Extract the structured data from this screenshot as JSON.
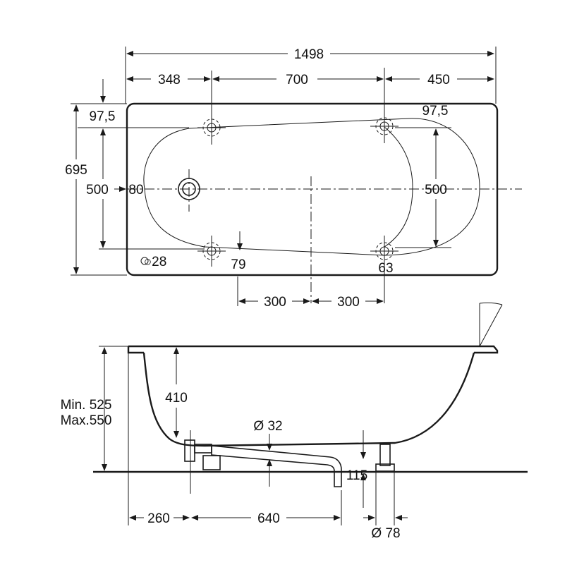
{
  "top_view": {
    "dim_total_length": "1498",
    "dim_left_offset": "348",
    "dim_feet_spacing": "700",
    "dim_right_offset": "450",
    "dim_left_edge": "97,5",
    "dim_right_edge": "97,5",
    "dim_total_width": "695",
    "dim_inner_width_left": "500",
    "dim_inner_width_right": "500",
    "dim_drain_offset": "80",
    "dim_overflow_hole": "○28",
    "dim_foot_left_inset": "79",
    "dim_foot_right_inset": "63",
    "dim_half_span_left": "300",
    "dim_half_span_right": "300"
  },
  "side_view": {
    "dim_height_min": "Min. 525",
    "dim_height_max": "Max.550",
    "dim_depth": "410",
    "dim_drain_pipe": "Ø 32",
    "dim_outlet_height": "115",
    "dim_drain_offset": "260",
    "dim_outlet_offset": "640",
    "dim_foot_diameter": "Ø 78"
  }
}
